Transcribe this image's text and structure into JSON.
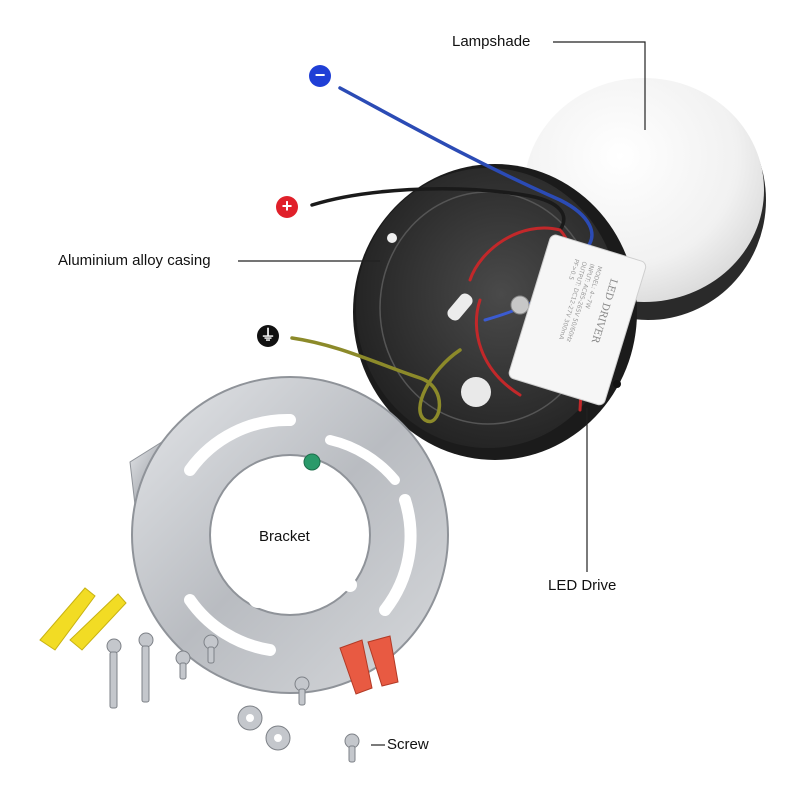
{
  "labels": {
    "lampshade": "Lampshade",
    "casing": "Aluminium alloy casing",
    "bracket": "Bracket",
    "led_drive": "LED Drive",
    "screw": "Screw"
  },
  "driver_print": {
    "title": "LED DRIVER",
    "lines": [
      "MODEL: 4~7W",
      "INPUT: AC85-265V 50/60Hz",
      "OUTPUT: DC12-27V 300mA",
      "PF>0.5"
    ]
  },
  "wire_icons": {
    "negative": {
      "symbol": "−",
      "color": "#1f3fd6",
      "wire_color": "#2b4bb5"
    },
    "positive": {
      "symbol": "+",
      "color": "#e0202a",
      "wire_color": "#1a1a1a"
    },
    "ground": {
      "symbol": "⏚",
      "color": "#111111",
      "wire_color": "#8c8a2a"
    }
  },
  "colors": {
    "casing": "#2b2b2b",
    "lampshade": "#f4f4f4",
    "bracket": "#c9ccd0",
    "anchor": "#f2dc24",
    "wire_nut": "#e85a42"
  }
}
